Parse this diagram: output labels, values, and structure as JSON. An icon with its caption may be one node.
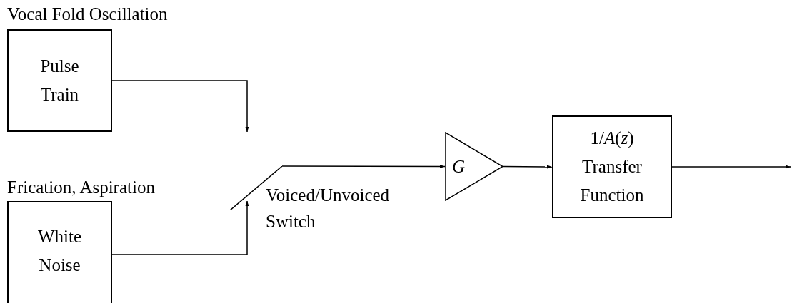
{
  "diagram": {
    "nodes": [
      {
        "text": [
          "Vocal Fold Oscillation",
          "Pulse Train"
        ]
      },
      {
        "text": [
          "Frication, Aspiration",
          "White Noise"
        ]
      },
      {
        "text": [],
        "shape": "switch",
        "beside": [
          "Voiced/Unvoiced Switch"
        ]
      },
      {
        "text": [
          "G"
        ]
      },
      {
        "text": [
          "1/*A*(*z*) Transfer Function"
        ]
      }
    ],
    "edges": [
      {
        "from": 0,
        "to": 2,
        "arrow": "to"
      },
      {
        "from": 1,
        "to": 2,
        "arrow": "to"
      },
      {
        "from": 2,
        "to": 3,
        "arrow": "to"
      },
      {
        "from": 3,
        "to": 4,
        "arrow": "to"
      },
      {
        "from": 4,
        "to": null,
        "arrow": "to"
      }
    ]
  }
}
